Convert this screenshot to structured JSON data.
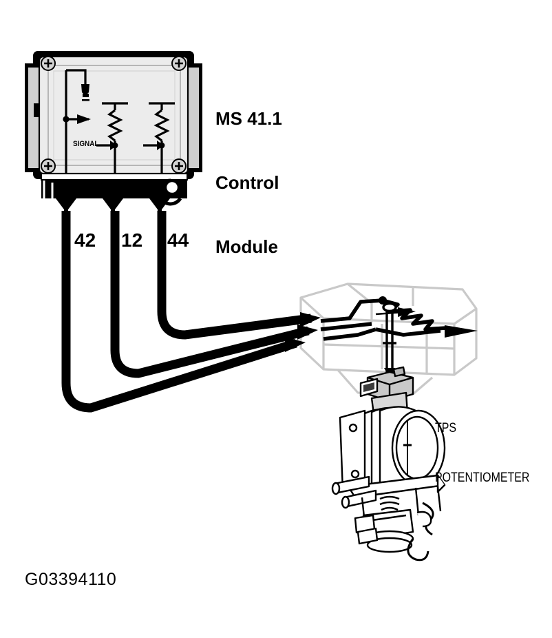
{
  "figure": {
    "id_label": "G03394110",
    "background_color": "#ffffff",
    "line_color": "#000000",
    "ghost_color": "#c8c8c8",
    "module_face_color": "#ececec"
  },
  "control_module": {
    "title": "MS 41.1\nControl\nModule",
    "title_lines": [
      "MS 41.1",
      "Control",
      "Module"
    ],
    "signal_label": "SIGNAL",
    "internal_symbols": [
      "lamp-icon",
      "wiper-arrow-icon",
      "resistor-icon",
      "resistor-icon"
    ],
    "corner_screws": 4,
    "connector_terminals": 3
  },
  "wires": [
    {
      "number": "42",
      "pin": "42"
    },
    {
      "number": "12",
      "pin": "12"
    },
    {
      "number": "44",
      "pin": "44"
    }
  ],
  "sensor": {
    "label_lines": [
      "TPS",
      "POTENTIOMETER"
    ],
    "label": "TPS POTENTIOMETER",
    "component": "throttle-position-sensor",
    "schematic_symbols": [
      "resistor-icon",
      "wiper-arrow-icon",
      "shaft-icon"
    ]
  }
}
